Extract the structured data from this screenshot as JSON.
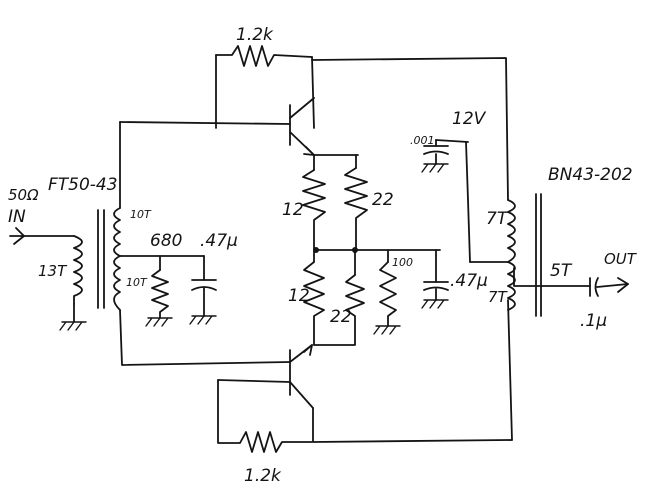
{
  "labels": {
    "r_top": "1.2k",
    "r_bottom": "1.2k",
    "input_impedance": "50Ω",
    "input": "IN",
    "input_core": "FT50-43",
    "input_primary_turns": "13T",
    "input_secondary_top_turns": "10T",
    "input_secondary_bottom_turns": "10T",
    "r_680": "680",
    "c_input": ".47µ",
    "r_emitter_top_left": "12",
    "r_emitter_top_right": "22",
    "r_emitter_bottom_left": "12",
    "r_emitter_bottom_right": "22",
    "r_100": "100",
    "c_bias": ".47µ",
    "supply": "12V",
    "supply_cap": ".001",
    "output_core": "BN43-202",
    "output_primary_turns": "7T",
    "output_secondary_turns": "7T",
    "output_link_turns": "5T",
    "output": "OUT",
    "c_output": ".1µ"
  }
}
